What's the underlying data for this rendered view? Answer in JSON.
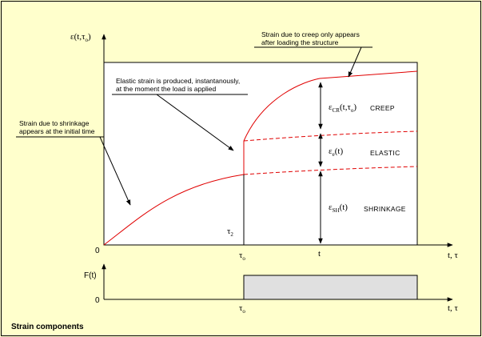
{
  "upper_plot": {
    "y_axis_label_main": "ε(t,τ",
    "y_axis_label_sub": "o",
    "y_axis_label_close": ")",
    "x_axis_label": "t, τ",
    "origin_label": "0",
    "tick_tau0_main": "τ",
    "tick_tau0_sub": "o",
    "tick_tau2_main": "τ",
    "tick_tau2_sub": "2",
    "tick_t": "t"
  },
  "annotations": {
    "creep_note_line1": "Strain due to creep only appears",
    "creep_note_line2": "after loading the structure",
    "elastic_note_line1": "Elastic strain is produced, instantanously,",
    "elastic_note_line2": "at the moment the load is applied",
    "shrinkage_note_line1": "Strain due to shrinkage",
    "shrinkage_note_line2": "appears at the initial time"
  },
  "components": {
    "creep_symbol": "ε",
    "creep_sub": "CR",
    "creep_args": "(t,τ",
    "creep_args_sub": "o",
    "creep_args_close": ")",
    "creep_name": "CREEP",
    "elastic_symbol": "ε",
    "elastic_sub": "e",
    "elastic_args": "(t)",
    "elastic_name": "ELASTIC",
    "shrinkage_symbol": "ε",
    "shrinkage_sub": "SH",
    "shrinkage_args": "(t)",
    "shrinkage_name": "SHRINKAGE"
  },
  "lower_plot": {
    "y_axis_label": "F(t)",
    "origin_label": "0",
    "tick_tau0_main": "τ",
    "tick_tau0_sub": "o",
    "x_axis_label": "t, τ"
  },
  "footer": {
    "title": "Strain components"
  },
  "colors": {
    "background": "#FFFFCC",
    "plot_area": "#FFFFFF",
    "strain_curve": "#E00000",
    "load_fill": "#E0E0E0"
  }
}
